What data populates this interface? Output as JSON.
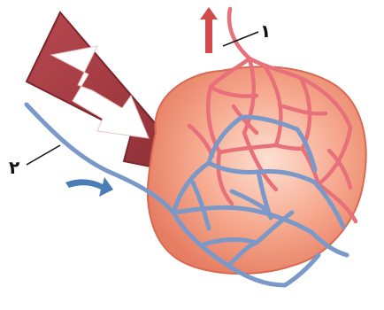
{
  "labels": [
    {
      "id": "vessel-1",
      "text": "۱"
    },
    {
      "id": "vessel-2",
      "text": "۲"
    }
  ],
  "colors": {
    "background": "#ffffff",
    "sac_fill": "#f29a7e",
    "sac_highlight": "#fbd0bf",
    "artery": "#e8707a",
    "artery_dark": "#c94e5a",
    "vein": "#7b99c8",
    "vein_dark": "#4f6fa3",
    "big_arrow": "#b8484f",
    "big_arrow_dark": "#8d2f36",
    "flow_arrow_blue": "#4a7cb5",
    "flow_arrow_red": "#d24a4a",
    "leader_line": "#111111"
  },
  "icons": [
    "large-white-arrow-icon",
    "flow-arrow-up-icon",
    "flow-arrow-right-icon"
  ]
}
